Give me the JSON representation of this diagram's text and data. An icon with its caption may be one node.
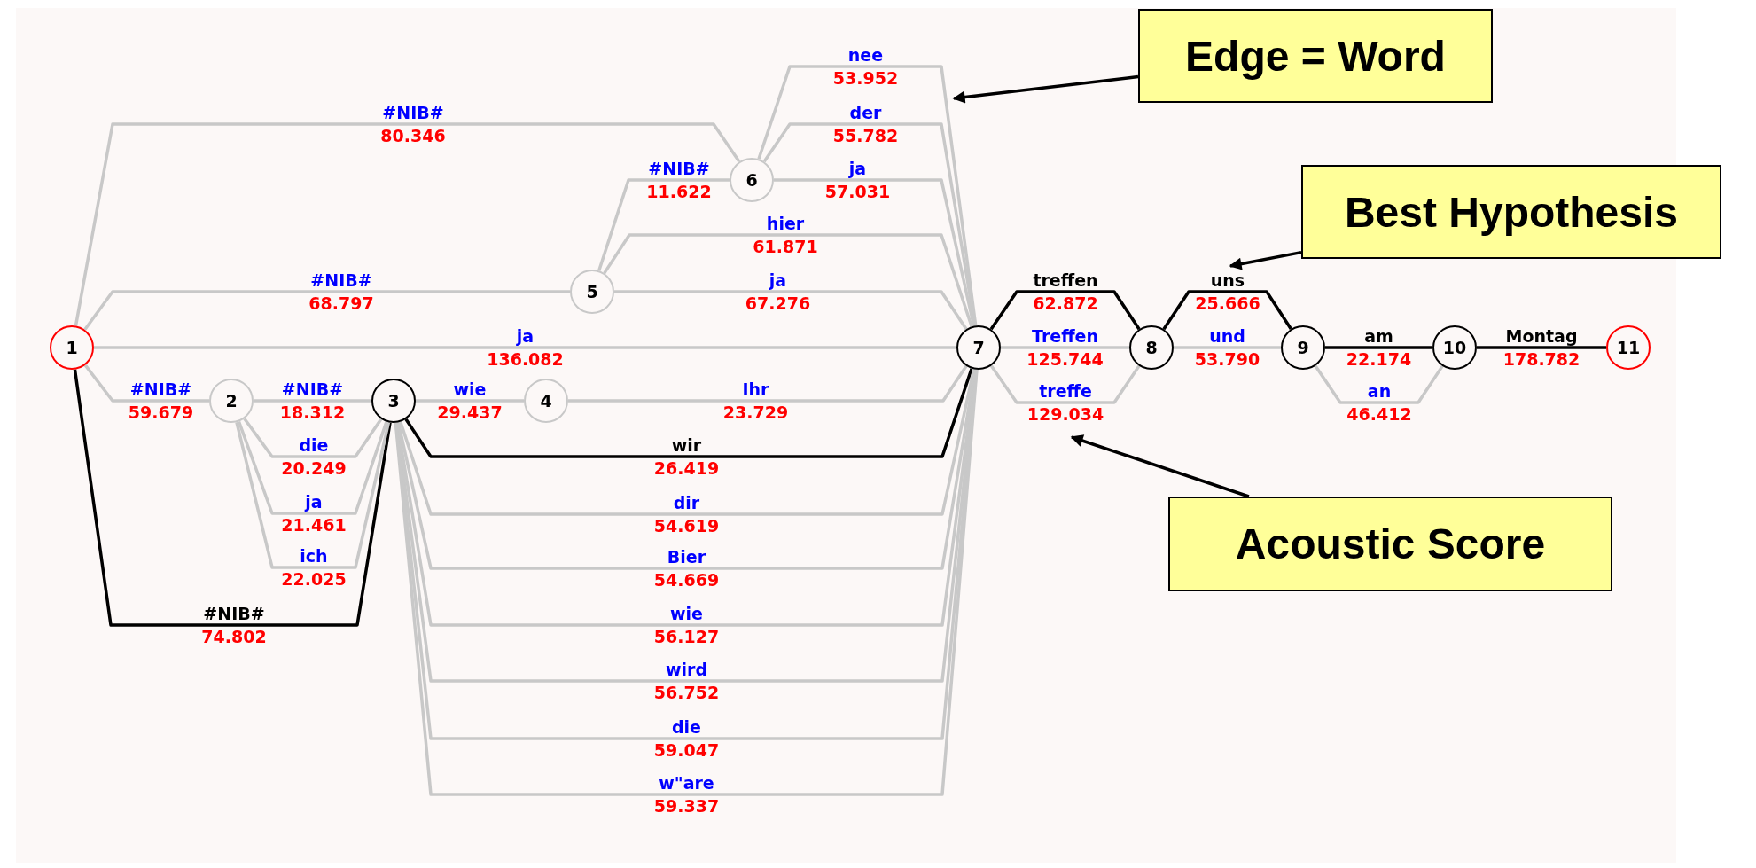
{
  "diagram": {
    "nodes": [
      {
        "text": [
          "1"
        ]
      },
      {
        "text": [
          "2"
        ]
      },
      {
        "text": [
          "3"
        ]
      },
      {
        "text": [
          "4"
        ]
      },
      {
        "text": [
          "5"
        ]
      },
      {
        "text": [
          "6"
        ]
      },
      {
        "text": [
          "7"
        ]
      },
      {
        "text": [
          "8"
        ]
      },
      {
        "text": [
          "9"
        ]
      },
      {
        "text": [
          "10"
        ]
      },
      {
        "text": [
          "11"
        ]
      },
      {
        "text": [
          "Edge = Word"
        ]
      },
      {
        "text": [
          "Best Hypothesis"
        ]
      },
      {
        "text": [
          "Acoustic Score"
        ]
      }
    ],
    "edges": [
      {
        "from": 0,
        "to": 5,
        "arrow": "none",
        "label": "#NIB# 80.346"
      },
      {
        "from": 0,
        "to": 4,
        "arrow": "none",
        "label": "#NIB# 68.797"
      },
      {
        "from": 0,
        "to": 6,
        "arrow": "none",
        "label": "ja 136.082"
      },
      {
        "from": 0,
        "to": 1,
        "arrow": "none",
        "label": "#NIB# 59.679"
      },
      {
        "from": 0,
        "to": 2,
        "arrow": "none",
        "label": "#NIB# 74.802",
        "color": "#000000"
      },
      {
        "from": 1,
        "to": 2,
        "arrow": "none",
        "label": "#NIB# 18.312"
      },
      {
        "from": 1,
        "to": 2,
        "arrow": "none",
        "label": "die 20.249"
      },
      {
        "from": 1,
        "to": 2,
        "arrow": "none",
        "label": "ja 21.461"
      },
      {
        "from": 1,
        "to": 2,
        "arrow": "none",
        "label": "ich 22.025"
      },
      {
        "from": 2,
        "to": 3,
        "arrow": "none",
        "label": "wie 29.437"
      },
      {
        "from": 3,
        "to": 6,
        "arrow": "none",
        "label": "Ihr 23.729"
      },
      {
        "from": 4,
        "to": 5,
        "arrow": "none",
        "label": "#NIB# 11.622"
      },
      {
        "from": 4,
        "to": 6,
        "arrow": "none",
        "label": "hier 61.871"
      },
      {
        "from": 4,
        "to": 6,
        "arrow": "none",
        "label": "ja 67.276"
      },
      {
        "from": 5,
        "to": 6,
        "arrow": "none",
        "label": "nee 53.952"
      },
      {
        "from": 5,
        "to": 6,
        "arrow": "none",
        "label": "der 55.782"
      },
      {
        "from": 5,
        "to": 6,
        "arrow": "none",
        "label": "ja 57.031"
      },
      {
        "from": 2,
        "to": 6,
        "arrow": "none",
        "label": "wir 26.419",
        "color": "#000000"
      },
      {
        "from": 2,
        "to": 6,
        "arrow": "none",
        "label": "dir 54.619"
      },
      {
        "from": 2,
        "to": 6,
        "arrow": "none",
        "label": "Bier 54.669"
      },
      {
        "from": 2,
        "to": 6,
        "arrow": "none",
        "label": "wie 56.127"
      },
      {
        "from": 2,
        "to": 6,
        "arrow": "none",
        "label": "wird 56.752"
      },
      {
        "from": 2,
        "to": 6,
        "arrow": "none",
        "label": "die 59.047"
      },
      {
        "from": 2,
        "to": 6,
        "arrow": "none",
        "label": "w\"are 59.337"
      },
      {
        "from": 6,
        "to": 7,
        "arrow": "none",
        "label": "treffen 62.872",
        "color": "#000000"
      },
      {
        "from": 6,
        "to": 7,
        "arrow": "none",
        "label": "Treffen 125.744"
      },
      {
        "from": 6,
        "to": 7,
        "arrow": "none",
        "label": "treffe 129.034"
      },
      {
        "from": 7,
        "to": 8,
        "arrow": "none",
        "label": "uns 25.666",
        "color": "#000000"
      },
      {
        "from": 7,
        "to": 8,
        "arrow": "none",
        "label": "und 53.790"
      },
      {
        "from": 8,
        "to": 9,
        "arrow": "none",
        "label": "am 22.174",
        "color": "#000000"
      },
      {
        "from": 8,
        "to": 9,
        "arrow": "none",
        "label": "an 46.412"
      },
      {
        "from": 9,
        "to": 10,
        "arrow": "none",
        "label": "Montag 178.782",
        "color": "#000000"
      },
      {
        "from": 11,
        "to": null,
        "arrow": "to",
        "color": "#000000"
      },
      {
        "from": 12,
        "to": null,
        "arrow": "to",
        "color": "#000000"
      },
      {
        "from": 13,
        "to": null,
        "arrow": "to",
        "color": "#000000"
      }
    ]
  }
}
